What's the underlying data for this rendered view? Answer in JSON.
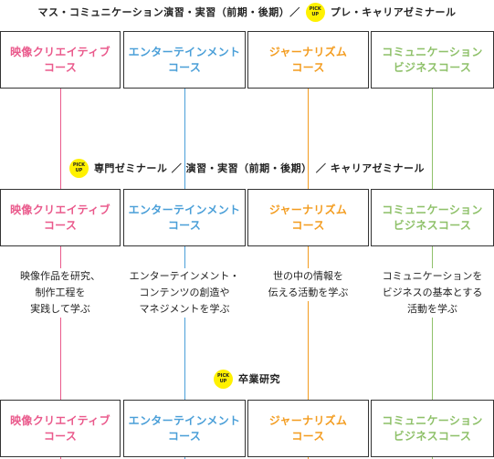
{
  "colors": {
    "pink": "#ea5a8c",
    "blue": "#4a9fd8",
    "orange": "#f39c1f",
    "green": "#8fc16a",
    "pickup_badge": "#fff100"
  },
  "pickup_badge": {
    "line1": "PICK",
    "line2": "UP"
  },
  "stages": [
    {
      "heading": "マス・コミュニケーション演習・実習（前期・後期）／",
      "heading_after_badge": "プレ・キャリアゼミナール",
      "badge_before": false,
      "badge_middle": true
    },
    {
      "heading": "専門ゼミナール ／ 演習・実習（前期・後期） ／ キャリアゼミナール",
      "badge_before": true,
      "badge_middle": false
    },
    {
      "heading": "卒業研究",
      "badge_before": true,
      "badge_middle": false
    }
  ],
  "courses": [
    {
      "key": "pink",
      "name": "映像クリエイティブ\nコース",
      "description": "映像作品を研究、\n制作工程を\n実践して学ぶ"
    },
    {
      "key": "blue",
      "name": "エンターテインメント\nコース",
      "description": "エンターテインメント・\nコンテンツの創造や\nマネジメントを学ぶ"
    },
    {
      "key": "orange",
      "name": "ジャーナリズム\nコース",
      "description": "世の中の情報を\n伝える活動を学ぶ"
    },
    {
      "key": "green",
      "name": "コミュニケーション\nビジネスコース",
      "description": "コミュニケーションを\nビジネスの基本とする\n活動を学ぶ"
    }
  ]
}
